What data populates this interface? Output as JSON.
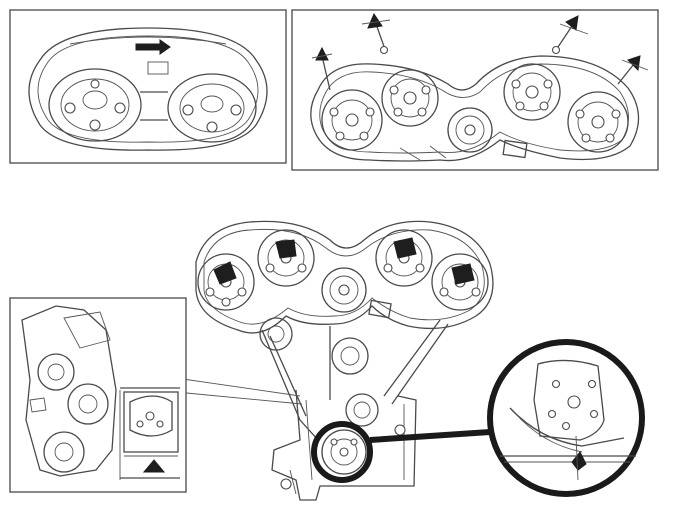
{
  "figure": {
    "panels": [
      {
        "id": "cover-view",
        "description_icon": "timing-cover-outline"
      },
      {
        "id": "cam-alignment-view",
        "description_icon": "cam-sprocket-alignment"
      },
      {
        "id": "main-timing-view",
        "description_icon": "timing-belt-routing"
      },
      {
        "id": "tensioner-inset",
        "description_icon": "tensioner-detail"
      },
      {
        "id": "crank-zoom-inset",
        "description_icon": "crank-mark-zoom"
      }
    ],
    "colors": {
      "line": "#4a4a4a",
      "ink": "#1e1e1e",
      "paper": "#ffffff"
    }
  }
}
